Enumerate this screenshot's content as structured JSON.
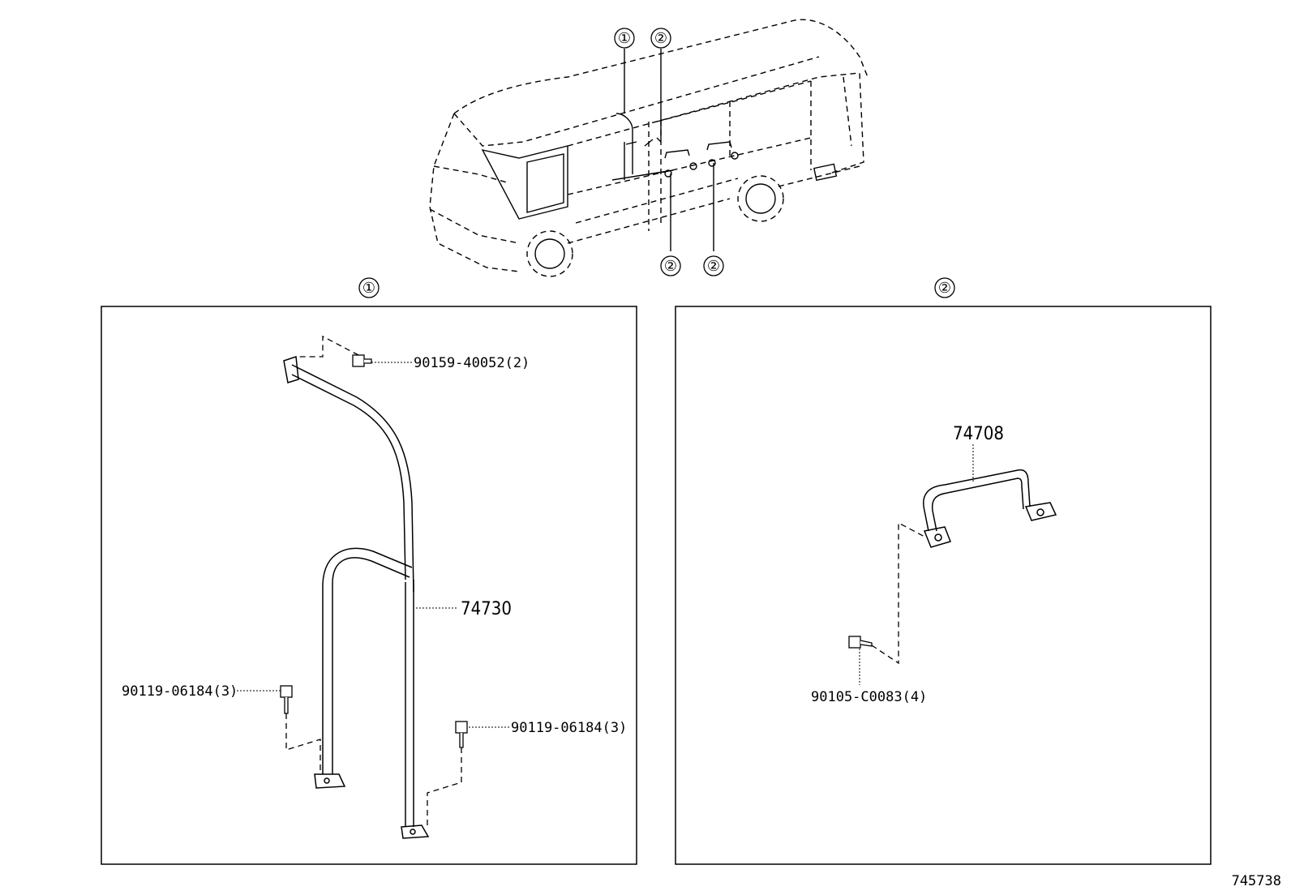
{
  "overview": {
    "callouts": [
      "①",
      "②",
      "②",
      "②"
    ]
  },
  "panel_1": {
    "marker": "①",
    "labels": {
      "top_bolt": "90159-40052(2)",
      "pipe": "74730",
      "left_bolt": "90119-06184(3)",
      "right_bolt": "90119-06184(3)"
    }
  },
  "panel_2": {
    "marker": "②",
    "labels": {
      "pipe": "74708",
      "bolt": "90105-C0083(4)"
    }
  },
  "footer": {
    "diagram_number": "745738"
  }
}
